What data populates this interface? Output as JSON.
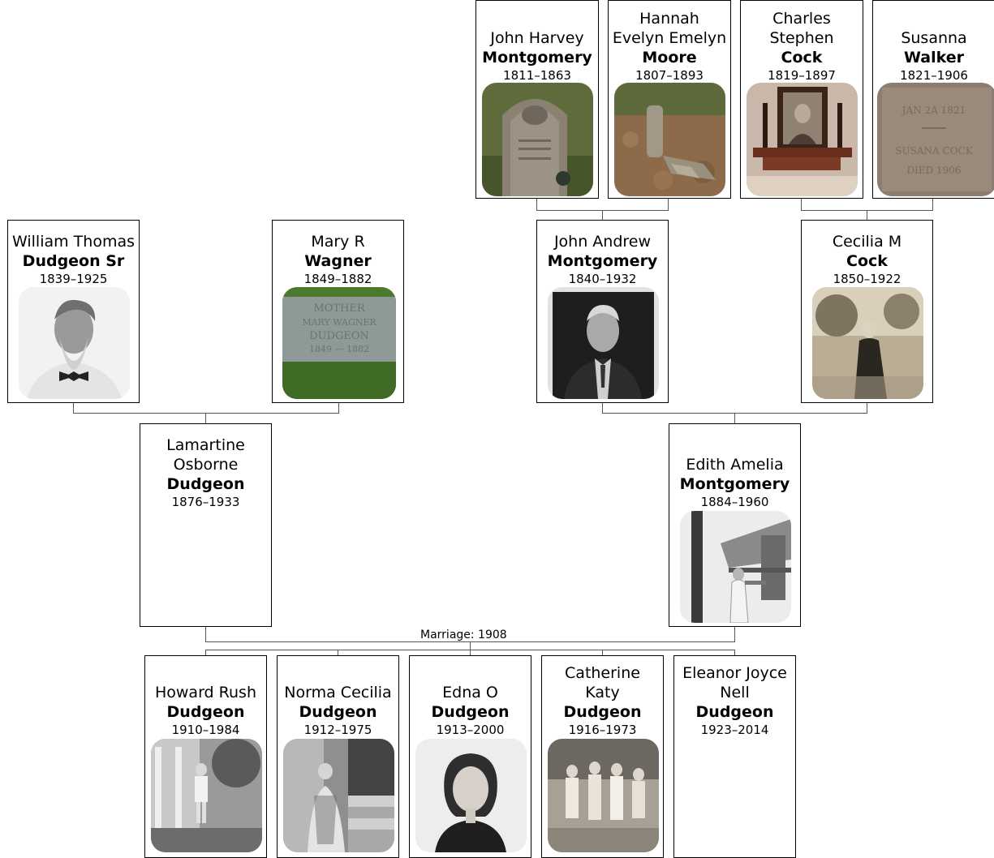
{
  "people": {
    "john_harvey": {
      "given": "John Harvey",
      "surname": "Montgomery",
      "dates": "1811–1863",
      "photo": "gravestone-photo"
    },
    "hannah": {
      "given_1": "Hannah",
      "given_2": "Evelyn Emelyn",
      "surname": "Moore",
      "dates": "1807–1893",
      "photo": "grave-marker-photo"
    },
    "charles": {
      "given_1": "Charles",
      "given_2": "Stephen",
      "surname": "Cock",
      "dates": "1819–1897",
      "photo": "framed-portrait-photo"
    },
    "susanna": {
      "given": "Susanna",
      "surname": "Walker",
      "dates": "1821–1906",
      "photo": "headstone-photo"
    },
    "william": {
      "given": "William Thomas",
      "surname": "Dudgeon Sr",
      "dates": "1839–1925",
      "photo": "portrait-photo"
    },
    "mary": {
      "given": "Mary R",
      "surname": "Wagner",
      "dates": "1849–1882",
      "photo": "headstone-photo"
    },
    "john_andrew": {
      "given": "John Andrew",
      "surname": "Montgomery",
      "dates": "1840–1932",
      "photo": "portrait-photo"
    },
    "cecilia": {
      "given": "Cecilia M",
      "surname": "Cock",
      "dates": "1850–1922",
      "photo": "portrait-photo"
    },
    "lamartine": {
      "given_1": "Lamartine",
      "given_2": "Osborne",
      "surname": "Dudgeon",
      "dates": "1876–1933"
    },
    "edith": {
      "given": "Edith Amelia",
      "surname": "Montgomery",
      "dates": "1884–1960",
      "photo": "porch-photo"
    },
    "howard": {
      "given": "Howard Rush",
      "surname": "Dudgeon",
      "dates": "1910–1984",
      "photo": "child-photo"
    },
    "norma": {
      "given": "Norma Cecilia",
      "surname": "Dudgeon",
      "dates": "1912–1975",
      "photo": "child-on-steps-photo"
    },
    "edna": {
      "given": "Edna O",
      "surname": "Dudgeon",
      "dates": "1913–2000",
      "photo": "portrait-photo"
    },
    "catherine": {
      "given_1": "Catherine",
      "given_2": "Katy",
      "surname": "Dudgeon",
      "dates": "1916–1973",
      "photo": "group-photo"
    },
    "eleanor": {
      "given_1": "Eleanor Joyce",
      "given_2": "Nell",
      "surname": "Dudgeon",
      "dates": "1923–2014"
    }
  },
  "marriage_label": "Marriage: 1908",
  "photo_texts": {
    "mary_headstone": "MOTHER · MARY WAGNER · DUDGEON · 1849–1882",
    "susanna_headstone": "JAN 2A 1821 · SUSANA COCK · DIED ... 1906"
  },
  "colors": {
    "line": "#555555",
    "border": "#000000",
    "background": "#ffffff"
  }
}
